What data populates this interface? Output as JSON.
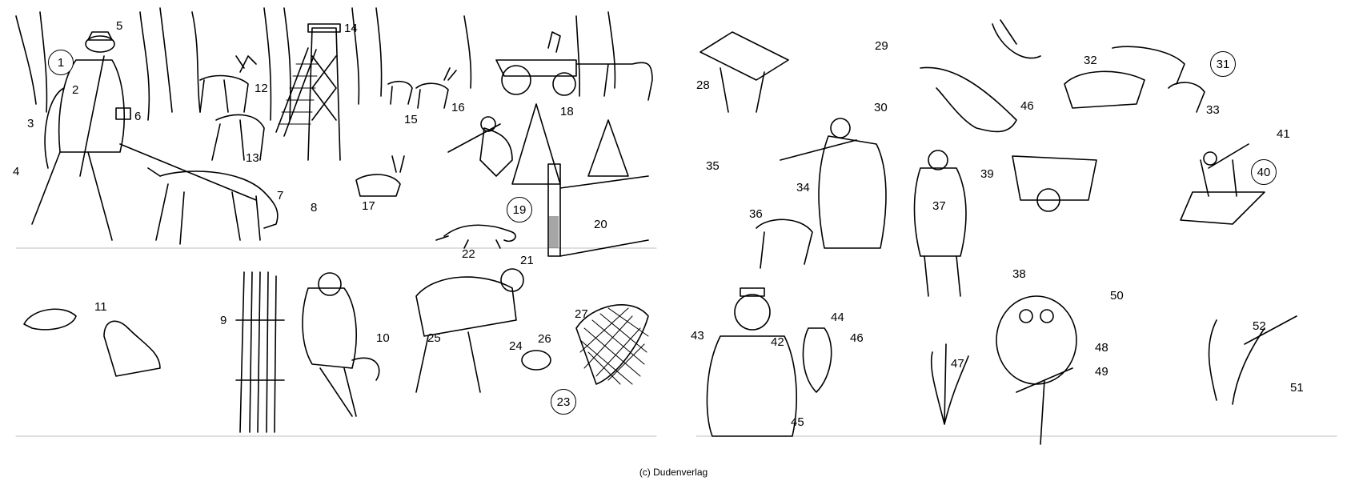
{
  "copyright": "(c) Dudenverlag",
  "labels": [
    {
      "text": "1",
      "circled": true
    },
    {
      "text": "2"
    },
    {
      "text": "3"
    },
    {
      "text": "4"
    },
    {
      "text": "5"
    },
    {
      "text": "6"
    },
    {
      "text": "7"
    },
    {
      "text": "8"
    },
    {
      "text": "9"
    },
    {
      "text": "10"
    },
    {
      "text": "11"
    },
    {
      "text": "12"
    },
    {
      "text": "13"
    },
    {
      "text": "14"
    },
    {
      "text": "15"
    },
    {
      "text": "16"
    },
    {
      "text": "17"
    },
    {
      "text": "18"
    },
    {
      "text": "19",
      "circled": true
    },
    {
      "text": "20"
    },
    {
      "text": "21"
    },
    {
      "text": "22"
    },
    {
      "text": "23",
      "circled": true
    },
    {
      "text": "24"
    },
    {
      "text": "25"
    },
    {
      "text": "26"
    },
    {
      "text": "27"
    },
    {
      "text": "28"
    },
    {
      "text": "29"
    },
    {
      "text": "30"
    },
    {
      "text": "31",
      "circled": true
    },
    {
      "text": "32"
    },
    {
      "text": "33"
    },
    {
      "text": "34"
    },
    {
      "text": "35"
    },
    {
      "text": "36"
    },
    {
      "text": "37"
    },
    {
      "text": "38"
    },
    {
      "text": "39"
    },
    {
      "text": "40",
      "circled": true
    },
    {
      "text": "41"
    },
    {
      "text": "42"
    },
    {
      "text": "43"
    },
    {
      "text": "44"
    },
    {
      "text": "45"
    },
    {
      "text": "46"
    },
    {
      "text": "46"
    },
    {
      "text": "47"
    },
    {
      "text": "48"
    },
    {
      "text": "49"
    },
    {
      "text": "50"
    },
    {
      "text": "51"
    },
    {
      "text": "52"
    }
  ]
}
